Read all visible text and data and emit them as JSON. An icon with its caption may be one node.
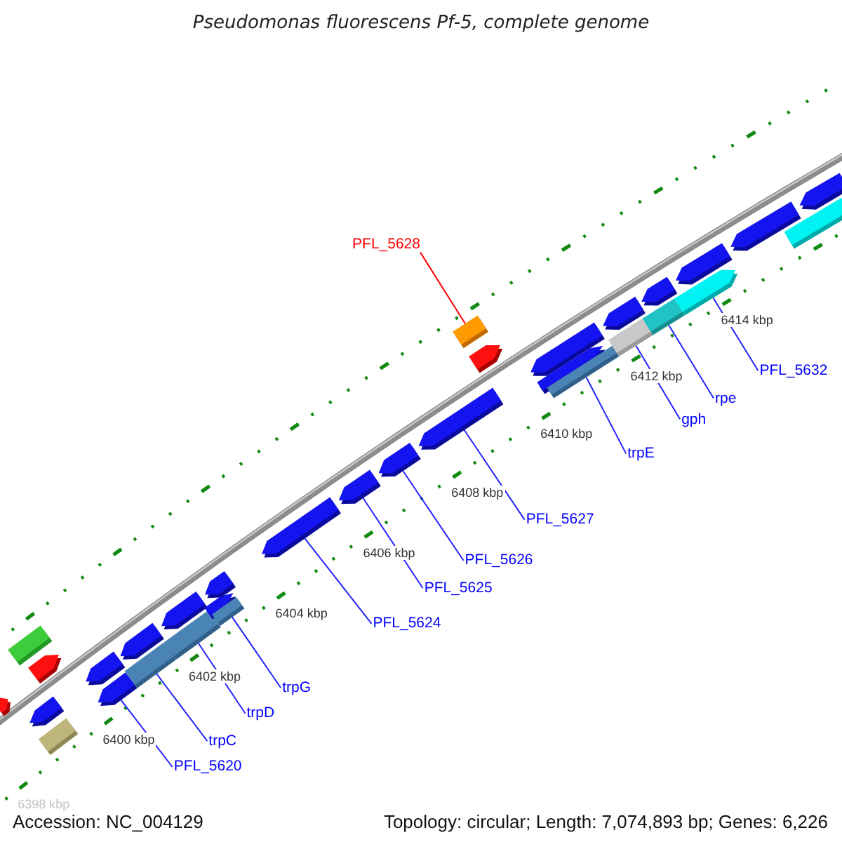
{
  "diagram": {
    "title": "Pseudomonas fluorescens Pf-5, complete genome",
    "nodes": [
      {
        "text": [
          "PFL_5628"
        ]
      },
      {
        "text": [
          "PFL_5620"
        ]
      },
      {
        "text": [
          "trpC"
        ]
      },
      {
        "text": [
          "trpD"
        ]
      },
      {
        "text": [
          "trpG"
        ]
      },
      {
        "text": [
          "PFL_5624"
        ]
      },
      {
        "text": [
          "PFL_5625"
        ]
      },
      {
        "text": [
          "PFL_5626"
        ]
      },
      {
        "text": [
          "PFL_5627"
        ]
      },
      {
        "text": [
          "trpE"
        ]
      },
      {
        "text": [
          "gph"
        ]
      },
      {
        "text": [
          "rpe"
        ]
      },
      {
        "text": [
          "PFL_5632"
        ]
      },
      {
        "text": [],
        "shape": "arrow"
      },
      {
        "text": [],
        "shape": "arrow"
      },
      {
        "text": [],
        "shape": "box"
      },
      {
        "text": [],
        "shape": "box"
      },
      {
        "text": [],
        "shape": "arrow"
      },
      {
        "text": [],
        "shape": "arrow"
      },
      {
        "text": [],
        "shape": "arrow"
      },
      {
        "text": [],
        "shape": "box"
      },
      {
        "text": [],
        "shape": "arrow"
      },
      {
        "text": [],
        "shape": "box"
      },
      {
        "text": [],
        "shape": "arrow"
      },
      {
        "text": [],
        "shape": "arrow"
      },
      {
        "text": [],
        "shape": "box"
      },
      {
        "text": [],
        "shape": "arrow"
      },
      {
        "text": [],
        "shape": "arrow"
      },
      {
        "text": [],
        "shape": "arrow"
      },
      {
        "text": [],
        "shape": "arrow"
      },
      {
        "text": [],
        "shape": "arrow"
      },
      {
        "text": [],
        "shape": "box"
      },
      {
        "text": [],
        "shape": "arrow"
      },
      {
        "text": [],
        "shape": "arrow"
      },
      {
        "text": [],
        "shape": "arrow"
      },
      {
        "text": [],
        "shape": "box"
      },
      {
        "text": [],
        "shape": "box"
      },
      {
        "text": [],
        "shape": "arrow"
      },
      {
        "text": [],
        "shape": "box"
      },
      {
        "text": [],
        "shape": "arrow"
      },
      {
        "text": [],
        "shape": "arrow"
      },
      {
        "text": [],
        "shape": "arrow"
      },
      {
        "text": [],
        "shape": "arrow"
      },
      {
        "text": [],
        "shape": "arrow"
      },
      {
        "text": [],
        "shape": "arrow"
      }
    ],
    "edges": [
      {
        "from": 0,
        "to": 31,
        "arrow": "none",
        "color": "#ff0000"
      },
      {
        "from": 1,
        "to": 19,
        "arrow": "none"
      },
      {
        "from": 2,
        "to": 20,
        "arrow": "none"
      },
      {
        "from": 3,
        "to": 22,
        "arrow": "none"
      },
      {
        "from": 4,
        "to": 25,
        "arrow": "none"
      },
      {
        "from": 5,
        "to": 27,
        "arrow": "none"
      },
      {
        "from": 6,
        "to": 28,
        "arrow": "none"
      },
      {
        "from": 7,
        "to": 29,
        "arrow": "none"
      },
      {
        "from": 8,
        "to": 30,
        "arrow": "none"
      },
      {
        "from": 9,
        "to": 35,
        "arrow": "none"
      },
      {
        "from": 10,
        "to": 36,
        "arrow": "none"
      },
      {
        "from": 11,
        "to": 38,
        "arrow": "none"
      },
      {
        "from": 12,
        "to": 40,
        "arrow": "none"
      }
    ],
    "labels": [
      "6414 kbp",
      "6412 kbp",
      "6410 kbp",
      "6408 kbp",
      "6406 kbp",
      "6404 kbp",
      "6402 kbp",
      "6400 kbp",
      "6398 kbp",
      "Accession: NC_004129",
      "Topology: circular; Length: 7,074,893 bp; Genes: 6,226"
    ]
  }
}
